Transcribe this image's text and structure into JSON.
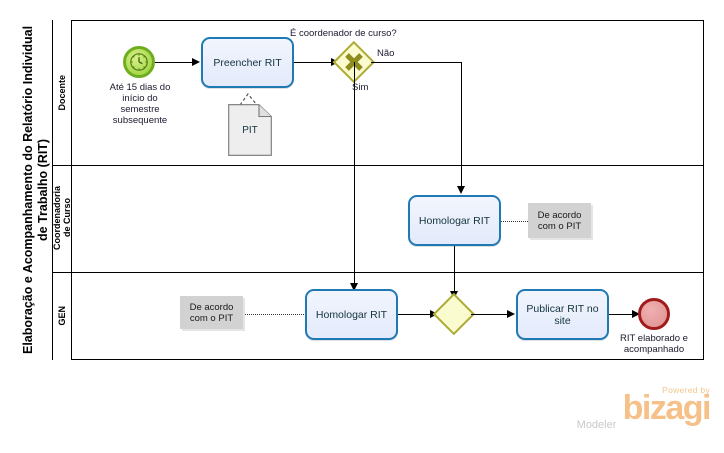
{
  "diagram": {
    "pool_title": "Elaboração e Acompanhamento do Relatório Individual de Trabalho (RIT)",
    "lanes": [
      {
        "id": "docente",
        "label": "Docente"
      },
      {
        "id": "coordenadoria",
        "label": "Coordenadoria\nde Curso"
      },
      {
        "id": "gen",
        "label": "GEN"
      }
    ],
    "events": [
      {
        "id": "start-timer",
        "type": "timer-start-event",
        "label": "Até 15  dias do\ninício do\nsemestre\nsubsequente",
        "color": "#a8d84b",
        "border": "#6fad20"
      },
      {
        "id": "end-event",
        "type": "end-event",
        "label": "RIT elaborado e\nacompanhado",
        "color": "#e39a9a",
        "border": "#a11b1b"
      }
    ],
    "tasks": [
      {
        "id": "preencher-rit",
        "label": "Preencher RIT",
        "lane": "docente"
      },
      {
        "id": "homologar-rit-coord",
        "label": "Homologar RIT",
        "lane": "coordenadoria"
      },
      {
        "id": "homologar-rit-gen",
        "label": "Homologar RIT",
        "lane": "gen"
      },
      {
        "id": "publicar-rit",
        "label": "Publicar RIT no site",
        "lane": "gen"
      }
    ],
    "gateways": [
      {
        "id": "gw-coordenador",
        "type": "exclusive",
        "marker": "x",
        "label": "É coordenador de curso?",
        "outgoing": [
          {
            "label": "Não"
          },
          {
            "label": "Sim"
          }
        ],
        "fill": "#fbfbd0",
        "border": "#adaa34"
      },
      {
        "id": "gw-merge",
        "type": "exclusive",
        "marker": "none",
        "label": "",
        "outgoing": [],
        "fill": "#fbfbd0",
        "border": "#adaa34"
      }
    ],
    "artifacts": [
      {
        "id": "doc-pit",
        "type": "data-object",
        "label": "PIT"
      },
      {
        "id": "anno-coord",
        "type": "annotation",
        "label": "De acordo\ncom o PIT"
      },
      {
        "id": "anno-gen",
        "type": "annotation",
        "label": "De acordo\ncom o PIT"
      }
    ],
    "flow_labels": {
      "gateway_question": "É coordenador de curso?",
      "nao": "Não",
      "sim": "Sim"
    }
  },
  "branding": {
    "powered_by": "Powered by",
    "name": "bizagi",
    "product": "Modeler",
    "color": "#f6c089"
  }
}
